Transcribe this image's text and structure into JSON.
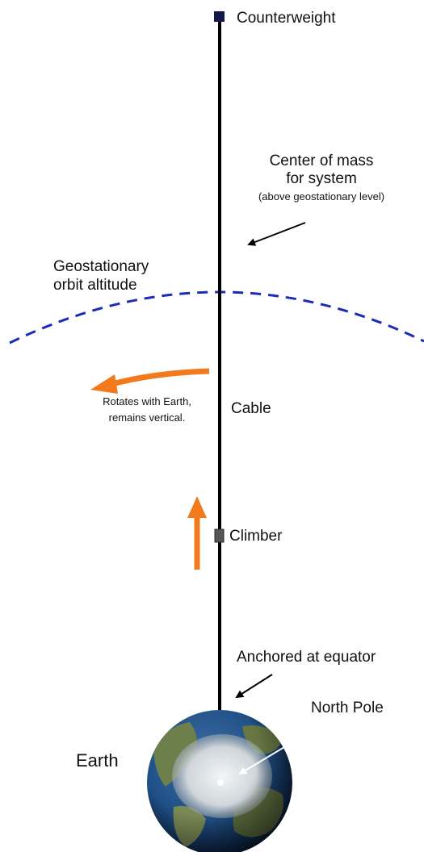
{
  "labels": {
    "counterweight": "Counterweight",
    "center_of_mass_line1": "Center of mass",
    "center_of_mass_line2": "for system",
    "center_of_mass_note": "(above geostationary level)",
    "geostationary_line1": "Geostationary",
    "geostationary_line2": "orbit altitude",
    "rotates_line1": "Rotates with Earth,",
    "rotates_line2": "remains vertical.",
    "cable": "Cable",
    "climber": "Climber",
    "anchored": "Anchored at equator",
    "north_pole": "North Pole",
    "earth": "Earth"
  },
  "colors": {
    "cable": "#000000",
    "counterweight": "#10194a",
    "climber": "#555555",
    "orbit": "#1c2bb8",
    "motion_arrow": "#f27a1c",
    "annotation_arrow": "#000000",
    "pole_arrow": "#ffffff",
    "earth_ocean": "#1f4f86",
    "earth_land": "#6d7f4a",
    "earth_ice": "#dfe3e6"
  }
}
